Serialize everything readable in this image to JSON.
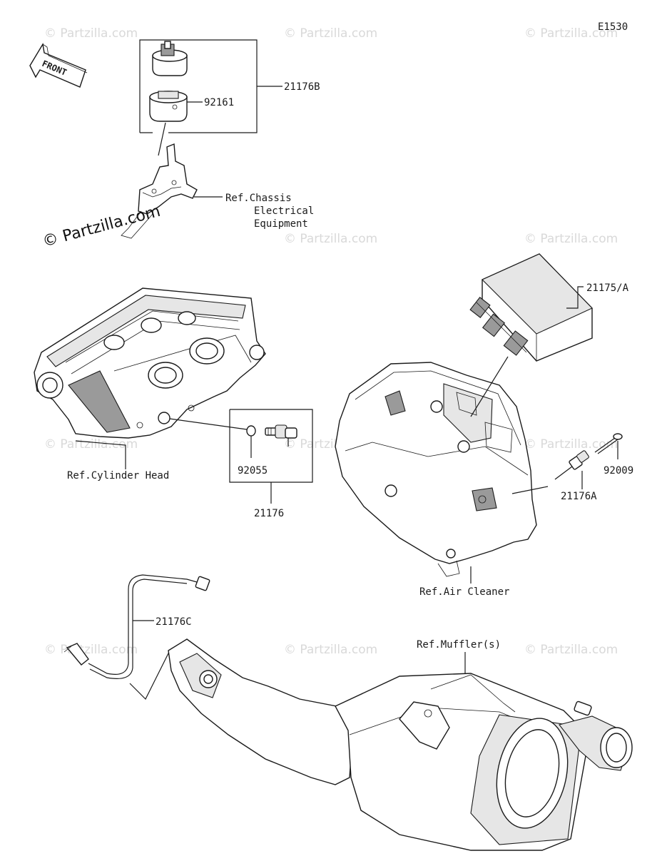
{
  "diagram_code": "E1530",
  "front_arrow": "FRONT",
  "watermark_small": "© Partzilla.com",
  "watermark_main": "© Partzilla.com",
  "colors": {
    "line": "#1a1a1a",
    "watermark": "#d9d9d9",
    "fill_shade": "#e6e6e6"
  },
  "parts": {
    "p21176B": "21176B",
    "p92161": "92161",
    "ref_chassis_1": "Ref.Chassis",
    "ref_chassis_2": "Electrical",
    "ref_chassis_3": "Equipment",
    "p21175A": "21175/A",
    "ref_cylinder_head": "Ref.Cylinder Head",
    "p92055": "92055",
    "p21176": "21176",
    "p92009": "92009",
    "p21176A": "21176A",
    "ref_air_cleaner": "Ref.Air Cleaner",
    "p21176C": "21176C",
    "ref_muffler": "Ref.Muffler(s)"
  }
}
